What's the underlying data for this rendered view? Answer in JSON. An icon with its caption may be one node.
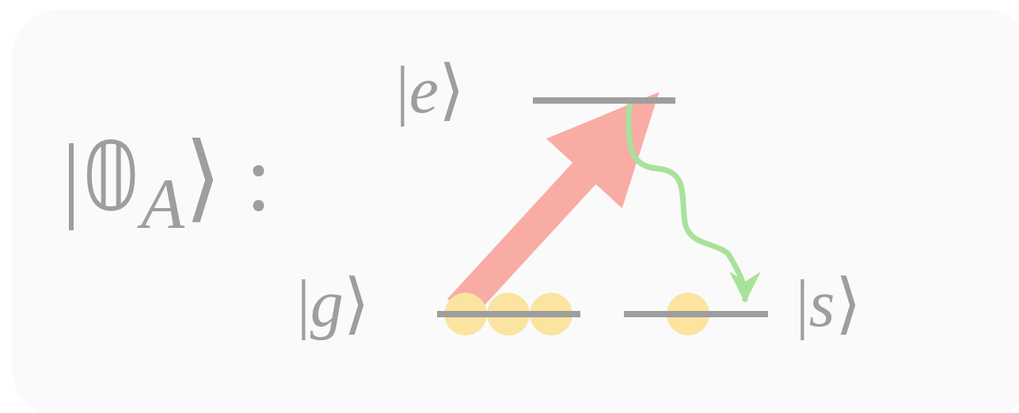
{
  "diagram": {
    "nodes": [
      {
        "text": [],
        "shape": "bar",
        "beside": [
          "|*e*⟩"
        ]
      },
      {
        "text": [],
        "shape": "bar",
        "beside": [
          "|*g*⟩"
        ]
      },
      {
        "text": [],
        "shape": "bar",
        "beside": [
          "|*s*⟩"
        ]
      }
    ],
    "edges": [
      {
        "from": 1,
        "to": 0,
        "arrow": "to",
        "style": "thick",
        "color": "#f8aca4"
      },
      {
        "from": 0,
        "to": 2,
        "arrow": "to",
        "color": "#a8e29a"
      }
    ],
    "labels": [
      "|𝟘$_{A}$⟩ :"
    ]
  }
}
